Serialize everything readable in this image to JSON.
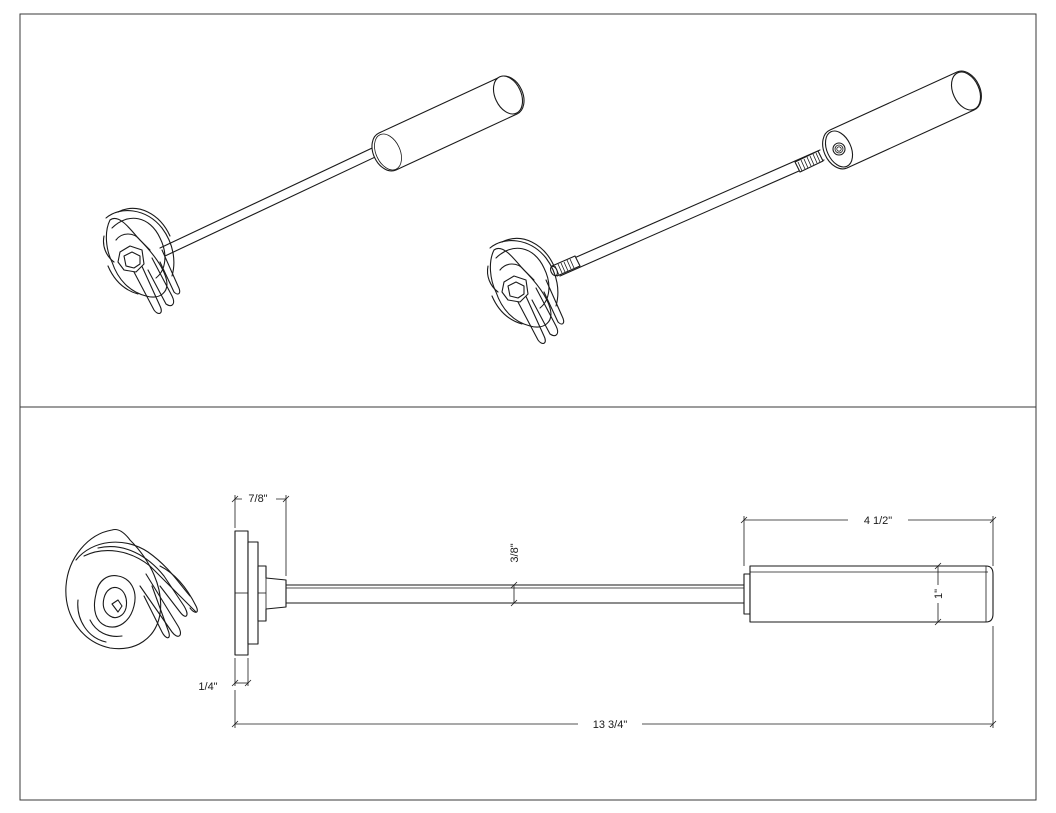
{
  "drawing": {
    "panels": {
      "top": {
        "name": "isometric-views"
      },
      "bottom": {
        "name": "elevation-views"
      }
    },
    "dimensions": {
      "flange_depth": "7/8\"",
      "shaft_diameter": "3/8\"",
      "handle_length": "4 1/2\"",
      "handle_diameter": "1\"",
      "flange_thickness": "1/4\"",
      "overall_length": "13 3/4\""
    },
    "colors": {
      "line": "#1a1a1a",
      "frame": "#3a3a3a",
      "background": "#ffffff"
    }
  }
}
